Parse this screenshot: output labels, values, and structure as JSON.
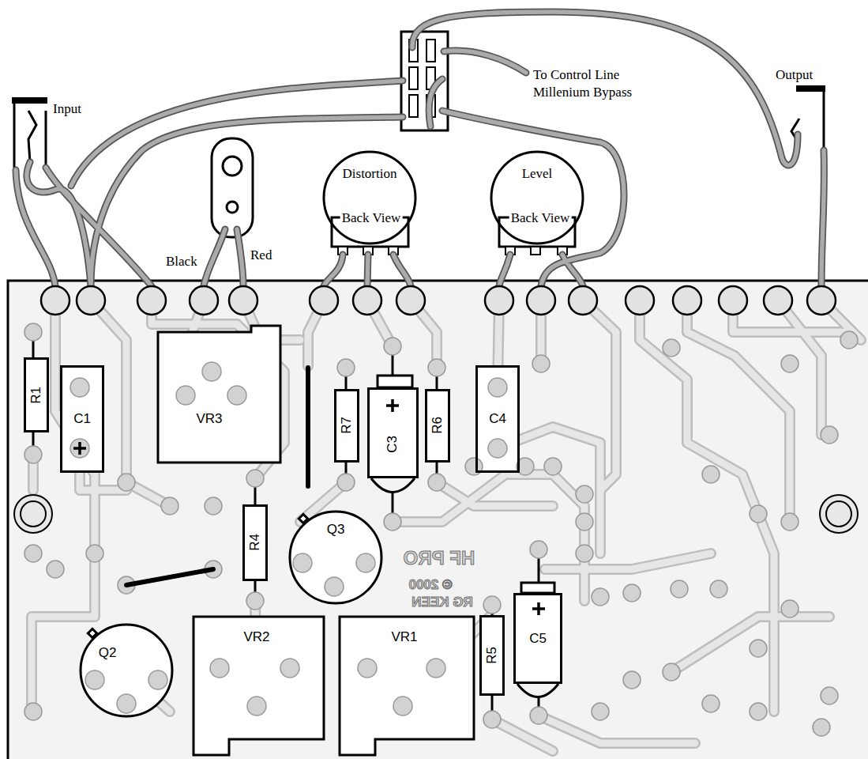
{
  "diagram": {
    "nodes": [
      {
        "text": [
          "Distortion",
          "Back View"
        ]
      },
      {
        "text": [
          "Level",
          "Back View"
        ]
      },
      {
        "text": [
          "R1"
        ]
      },
      {
        "text": [
          "C1"
        ]
      },
      {
        "text": [
          "VR3"
        ]
      },
      {
        "text": [
          "R7"
        ]
      },
      {
        "text": [
          "C3"
        ]
      },
      {
        "text": [
          "R6"
        ]
      },
      {
        "text": [
          "C4"
        ]
      },
      {
        "text": [
          "R4"
        ]
      },
      {
        "text": [
          "Q3"
        ]
      },
      {
        "text": [
          "Q2"
        ]
      },
      {
        "text": [
          "VR2"
        ]
      },
      {
        "text": [
          "VR1"
        ]
      },
      {
        "text": [
          "R5"
        ]
      },
      {
        "text": [
          "C5"
        ]
      }
    ],
    "labels": [
      "Input",
      "Output",
      "To Control Line Millenium Bypass",
      "Black",
      "Red",
      "HF PRO",
      "© 2000",
      "RG KEEN"
    ]
  }
}
